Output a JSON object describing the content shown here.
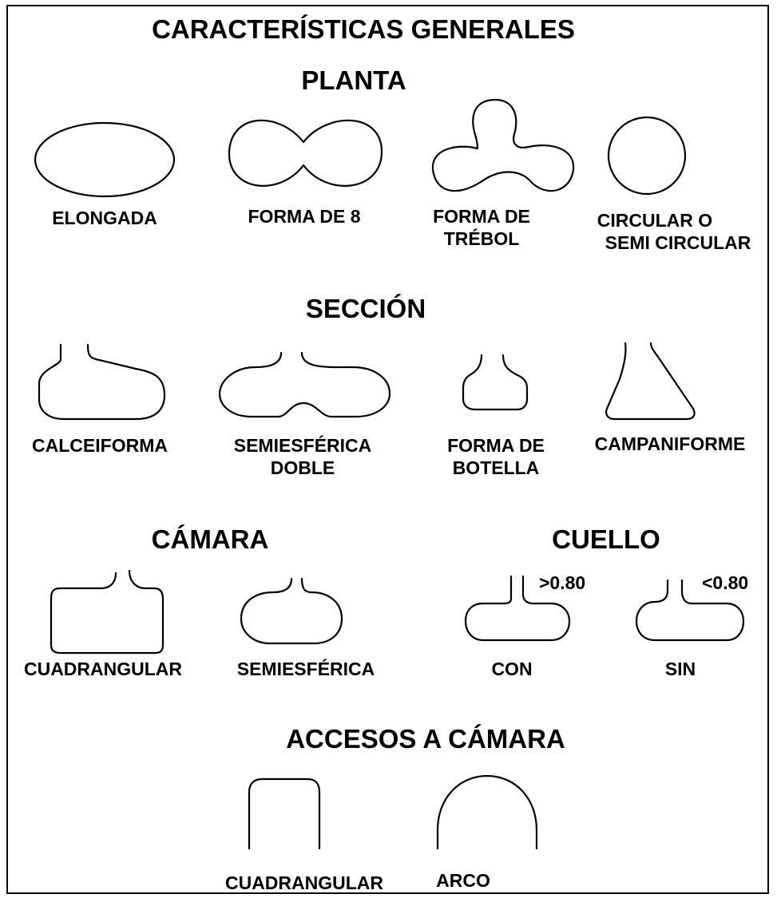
{
  "title": "CARACTERÍSTICAS GENERALES",
  "sections": {
    "planta": {
      "heading": "PLANTA",
      "items": [
        {
          "label": "ELONGADA"
        },
        {
          "label": "FORMA DE 8"
        },
        {
          "label_line1": "FORMA DE",
          "label_line2": "TRÉBOL"
        },
        {
          "label_line1": "CIRCULAR O",
          "label_line2": "SEMI CIRCULAR"
        }
      ]
    },
    "seccion": {
      "heading": "SECCIÓN",
      "items": [
        {
          "label": "CALCEIFORMA"
        },
        {
          "label_line1": "SEMIESFÉRICA",
          "label_line2": "DOBLE"
        },
        {
          "label_line1": "FORMA DE",
          "label_line2": "BOTELLA"
        },
        {
          "label": "CAMPANIFORME"
        }
      ]
    },
    "camara": {
      "heading": "CÁMARA",
      "items": [
        {
          "label": "CUADRANGULAR"
        },
        {
          "label": "SEMIESFÉRICA"
        }
      ]
    },
    "cuello": {
      "heading": "CUELLO",
      "items": [
        {
          "label": "CON",
          "annotation": ">0.80"
        },
        {
          "label": "SIN",
          "annotation": "<0.80"
        }
      ]
    },
    "accesos": {
      "heading": "ACCESOS A CÁMARA",
      "items": [
        {
          "label": "CUADRANGULAR"
        },
        {
          "label": "ARCO"
        }
      ]
    }
  }
}
